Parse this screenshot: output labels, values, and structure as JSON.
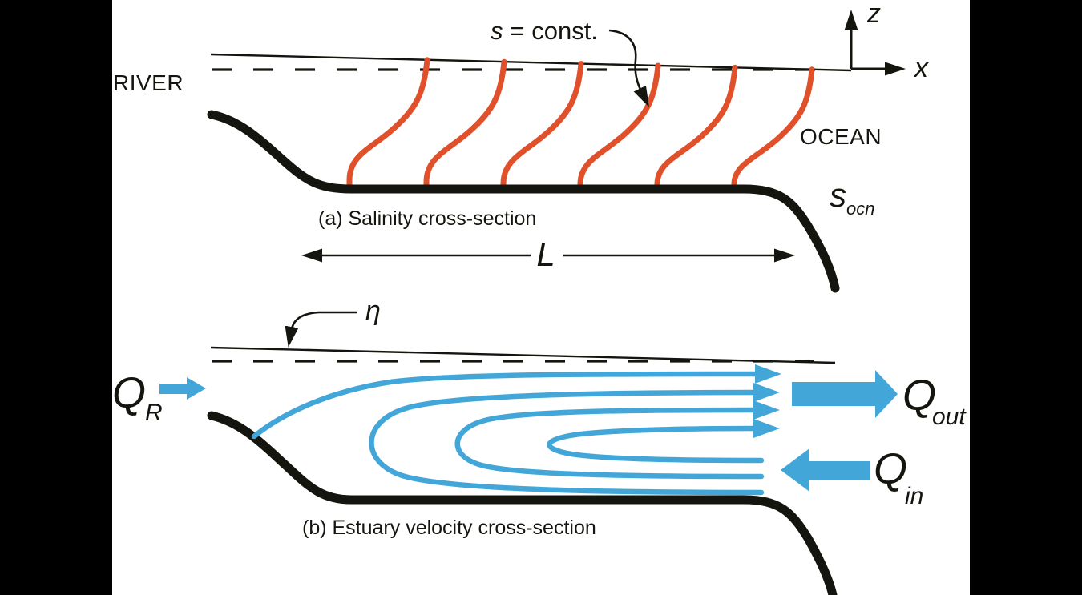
{
  "figure": {
    "description_visible_text_only": true,
    "colors": {
      "background": "#000000",
      "canvas": "#ffffff",
      "isohaline_orange": "#e0512b",
      "flow_blue": "#42a7d8",
      "ink_black": "#15150f"
    },
    "panel_a": {
      "caption": "(a) Salinity cross-section",
      "river_label": "RIVER",
      "ocean_label": "OCEAN",
      "salinity_symbol": "s",
      "salinity_const": "= const.",
      "ocean_salinity_symbol": "s",
      "ocean_salinity_sub": "ocn",
      "length_symbol": "L",
      "axis_vertical_label": "z",
      "axis_horizontal_label": "x",
      "isohaline_count": 6,
      "isohaline_top_x": [
        533,
        629,
        725,
        821,
        917,
        1013
      ]
    },
    "panel_b": {
      "caption": "(b) Estuary velocity cross-section",
      "surface_elevation_symbol": "η",
      "river_discharge_symbol": "Q",
      "river_discharge_sub": "R",
      "outflow_symbol": "Q",
      "outflow_sub": "out",
      "inflow_symbol": "Q",
      "inflow_sub": "in"
    }
  }
}
